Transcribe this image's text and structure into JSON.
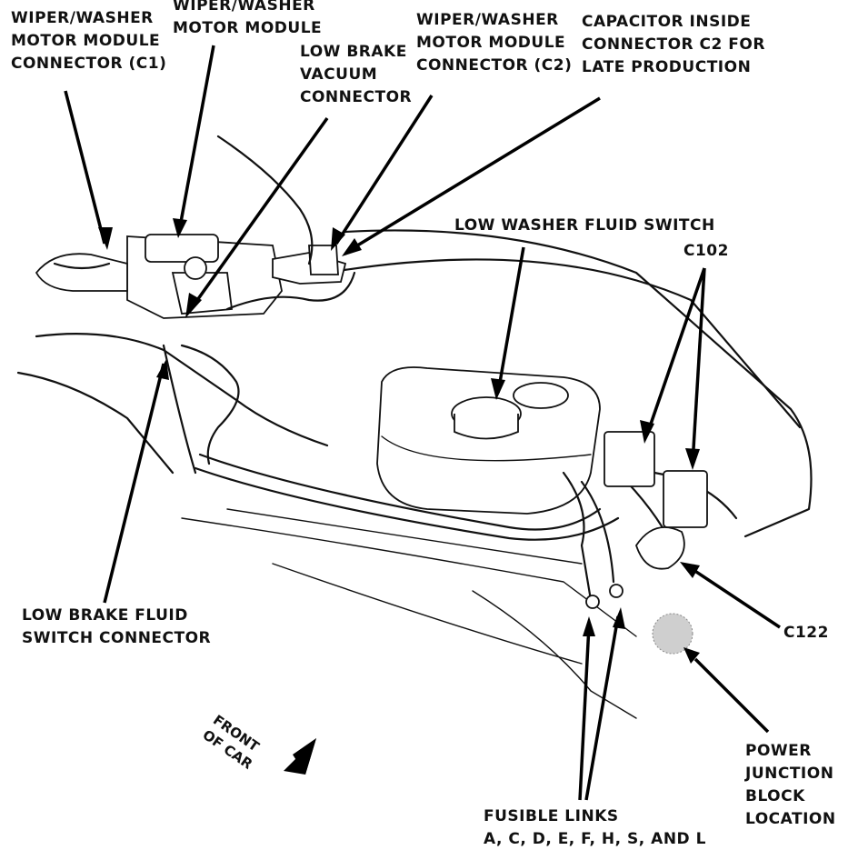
{
  "labels": {
    "c1": [
      "WIPER/WASHER",
      "MOTOR MODULE",
      "CONNECTOR (C1)"
    ],
    "module": [
      "WIPER/WASHER",
      "MOTOR MODULE"
    ],
    "vacuum": [
      "LOW  BRAKE",
      "VACUUM",
      "CONNECTOR"
    ],
    "c2": [
      "WIPER/WASHER",
      "MOTOR MODULE",
      "CONNECTOR (C2)"
    ],
    "capacitor": [
      "CAPACITOR INSIDE",
      "CONNECTOR C2 FOR",
      "LATE PRODUCTION"
    ],
    "washer": [
      "LOW WASHER FLUID SWITCH"
    ],
    "c102": [
      "C102"
    ],
    "brakefluid": [
      "LOW BRAKE FLUID",
      "SWITCH CONNECTOR"
    ],
    "c122": [
      "C122"
    ],
    "pjb": [
      "POWER",
      "JUNCTION",
      "BLOCK",
      "LOCATION"
    ],
    "fusible": [
      "FUSIBLE LINKS",
      "A, C, D, E, F, H, S, AND L"
    ]
  },
  "front": [
    "FRONT",
    "OF CAR"
  ],
  "icons": {
    "direction": "arrow-down-left-icon",
    "pjb": "junction-block-spot-icon"
  }
}
